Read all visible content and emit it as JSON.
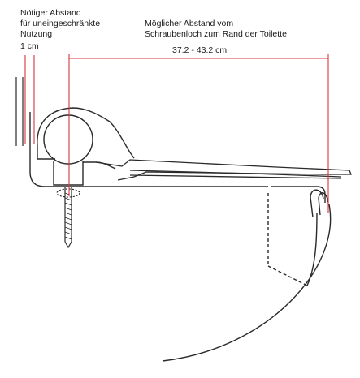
{
  "labels": {
    "min_gap_line1": "Nötiger Abstand",
    "min_gap_line2": "für uneingeschränkte",
    "min_gap_line3": "Nutzung",
    "min_gap_value": "1 cm",
    "range_line1": "Möglicher Abstand vom",
    "range_line2": "Schraubenloch zum Rand der Toilette",
    "range_value": "37.2 - 43.2 cm"
  },
  "colors": {
    "dimension": "#d9363e",
    "outline": "#2a2a2a"
  }
}
